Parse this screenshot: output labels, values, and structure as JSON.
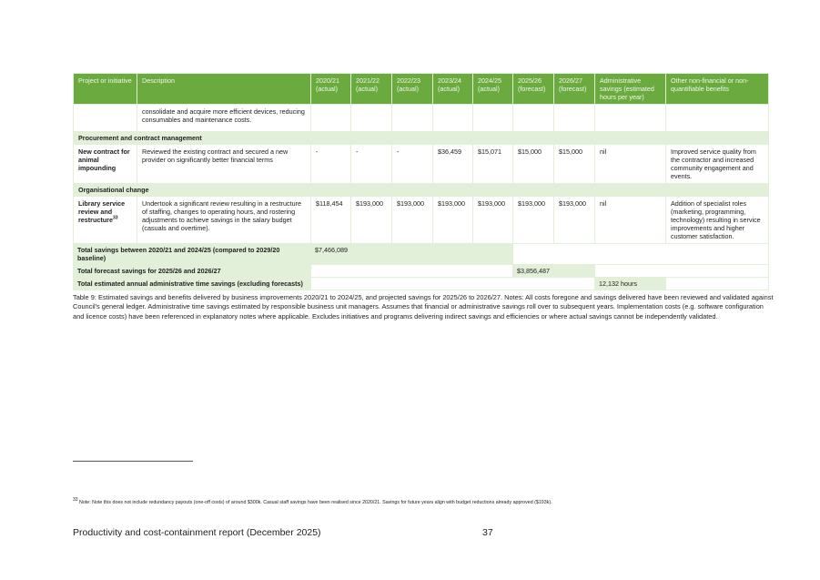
{
  "table": {
    "headers": [
      "Project or initiative",
      "Description",
      "2020/21 (actual)",
      "2021/22 (actual)",
      "2022/23 (actual)",
      "2023/24 (actual)",
      "2024/25 (actual)",
      "2025/26 (forecast)",
      "2026/27 (forecast)",
      "Administrative savings (estimated hours per year)",
      "Other non-financial or non-quantifiable benefits"
    ],
    "continued_row": {
      "description": "consolidate and acquire more efficient devices, reducing consumables and maintenance costs."
    },
    "sections": [
      {
        "title": "Procurement and contract management",
        "rows": [
          {
            "project": "New contract for animal impounding",
            "footnote": "",
            "description": "Reviewed the existing contract and secured a new provider on significantly better financial terms",
            "values": [
              "-",
              "-",
              "-",
              "$36,459",
              "$15,071",
              "$15,000",
              "$15,000"
            ],
            "admin": "nil",
            "other": "Improved service quality from the contractor and increased community engagement and events."
          }
        ]
      },
      {
        "title": "Organisational change",
        "rows": [
          {
            "project": "Library service review and restructure",
            "footnote": "33",
            "description": "Undertook a significant review resulting in a restructure of staffing, changes to operating hours, and rostering adjustments to achieve savings in the salary budget (casuals and overtime).",
            "values": [
              "$118,454",
              "$193,000",
              "$193,000",
              "$193,000",
              "$193,000",
              "$193,000",
              "$193,000"
            ],
            "admin": "nil",
            "other": "Addition of specialist roles (marketing, programming, technology) resulting in service improvements and higher customer satisfaction."
          }
        ]
      }
    ],
    "totals": {
      "actual_label": "Total savings between 2020/21 and 2024/25 (compared to 2029/20 baseline)",
      "actual_value": "$7,466,089",
      "forecast_label": "Total forecast savings for 2025/26 and 2026/27",
      "forecast_value": "$3,856,487",
      "admin_label": "Total estimated annual administrative time savings (excluding forecasts)",
      "admin_value": "12,132 hours"
    }
  },
  "caption": "Table 9: Estimated savings and benefits delivered by business improvements 2020/21 to 2024/25, and projected savings for 2025/26 to 2026/27. Notes: All costs foregone and savings delivered have been reviewed and validated against Council's general ledger. Administrative time savings estimated by responsible business unit managers. Assumes that financial or administrative savings roll over to subsequent years. Implementation costs (e.g. software configuration and licence costs) have been referenced in explanatory notes where applicable. Excludes initiatives and programs delivering indirect savings and efficiencies or where actual savings cannot be independently validated.",
  "footnote": {
    "number": "33",
    "text": "Note: Note this does not include redundancy payouts (one-off costs) of around $300k. Casual staff savings have been realised since 2020/21. Savings for future years align with budget reductions already approved ($193k)."
  },
  "footer": {
    "title": "Productivity and cost-containment report (December 2025)",
    "page": "37"
  }
}
